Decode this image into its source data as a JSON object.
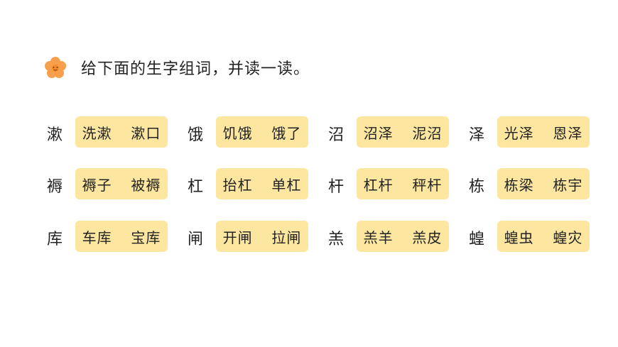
{
  "instruction": {
    "icon": "flower-icon",
    "text": "给下面的生字组词，并读一读。",
    "icon_color": "#f7a04b"
  },
  "pill_color": "#fde7a0",
  "rows": [
    [
      {
        "char": "漱",
        "words": "洗漱  漱口"
      },
      {
        "char": "饿",
        "words": "饥饿  饿了"
      },
      {
        "char": "沼",
        "words": "沼泽  泥沼"
      },
      {
        "char": "泽",
        "words": "光泽  恩泽"
      }
    ],
    [
      {
        "char": "褥",
        "words": "褥子  被褥"
      },
      {
        "char": "杠",
        "words": "抬杠  单杠"
      },
      {
        "char": "杆",
        "words": "杠杆  秤杆"
      },
      {
        "char": "栋",
        "words": "栋梁  栋宇"
      }
    ],
    [
      {
        "char": "库",
        "words": "车库  宝库"
      },
      {
        "char": "闸",
        "words": "开闸  拉闸"
      },
      {
        "char": "羔",
        "words": "羔羊  羔皮"
      },
      {
        "char": "蝗",
        "words": "蝗虫  蝗灾"
      }
    ]
  ]
}
